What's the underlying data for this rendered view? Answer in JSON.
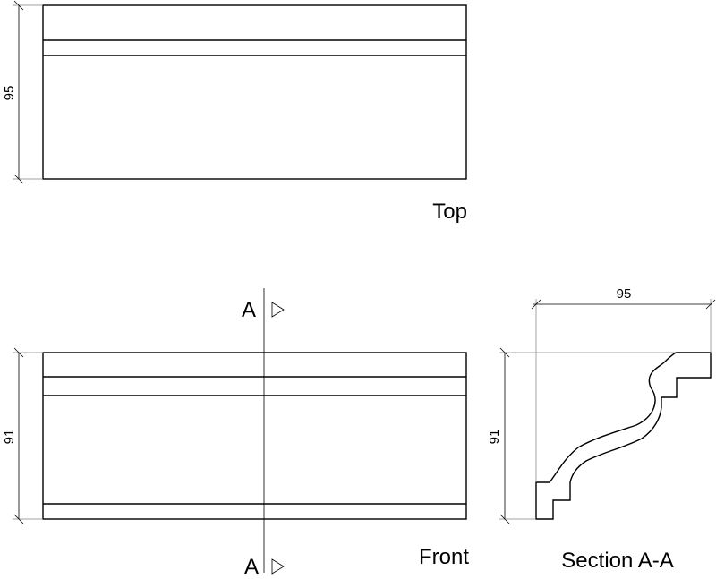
{
  "views": {
    "top": {
      "label": "Top",
      "dimension": "95"
    },
    "front": {
      "label": "Front",
      "dimension": "91"
    },
    "section": {
      "label": "Section A-A",
      "width_dimension": "95",
      "height_dimension": "91"
    }
  },
  "section_marker": {
    "letter_top": "A",
    "letter_bottom": "A"
  },
  "colors": {
    "line": "#000000",
    "extension_line": "#808080",
    "background": "#ffffff"
  }
}
